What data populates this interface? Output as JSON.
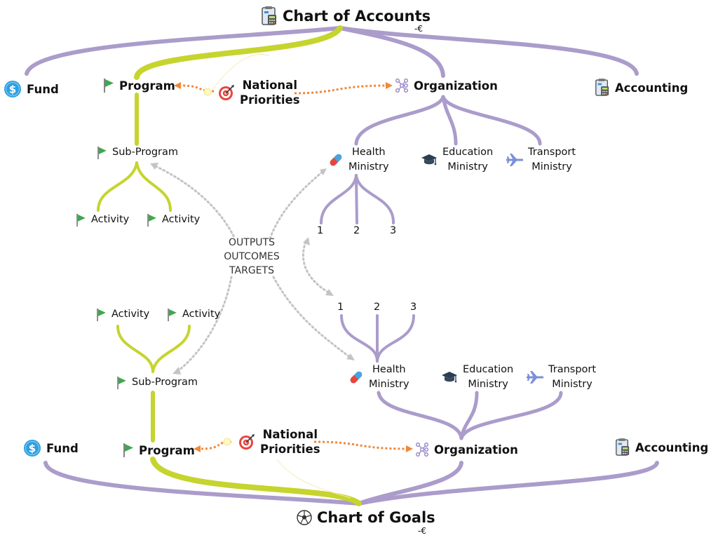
{
  "top": {
    "root": "Chart of Accounts",
    "fund": "Fund",
    "program": "Program",
    "national_priorities": [
      "National",
      "Priorities"
    ],
    "organization": "Organization",
    "accounting": "Accounting",
    "sub_program": "Sub-Program",
    "activity_1": "Activity",
    "activity_2": "Activity",
    "health": [
      "Health",
      "Ministry"
    ],
    "education": [
      "Education",
      "Ministry"
    ],
    "transport": [
      "Transport",
      "Ministry"
    ],
    "n1": "1",
    "n2": "2",
    "n3": "3"
  },
  "middle": {
    "outputs": "OUTPUTS",
    "outcomes": "OUTCOMES",
    "targets": "TARGETS"
  },
  "bottom": {
    "root": "Chart of Goals",
    "fund": "Fund",
    "program": "Program",
    "national_priorities": [
      "National",
      "Priorities"
    ],
    "organization": "Organization",
    "accounting": "Accounting",
    "sub_program": "Sub-Program",
    "activity_1": "Activity",
    "activity_2": "Activity",
    "health": [
      "Health",
      "Ministry"
    ],
    "education": [
      "Education",
      "Ministry"
    ],
    "transport": [
      "Transport",
      "Ministry"
    ],
    "n1": "1",
    "n2": "2",
    "n3": "3"
  },
  "root_marker": "-€",
  "icons": {
    "root_top": "calculator-clipboard-icon",
    "root_bottom": "soccer-ball-icon",
    "fund": "dollar-coin-icon",
    "program": "green-flag-icon",
    "priorities": "target-dart-icon",
    "organization": "org-chart-icon",
    "accounting": "calculator-clipboard-icon",
    "health": "pill-icon",
    "education": "graduation-cap-icon",
    "transport": "airplane-icon"
  },
  "colors": {
    "purple_branch": "#ab9ccb",
    "green_branch": "#c6d42e",
    "orange_link": "#f0883a",
    "gray_link": "#c4c4c4",
    "flag_green": "#3ea84f",
    "coin_blue": "#2f9fe0"
  }
}
